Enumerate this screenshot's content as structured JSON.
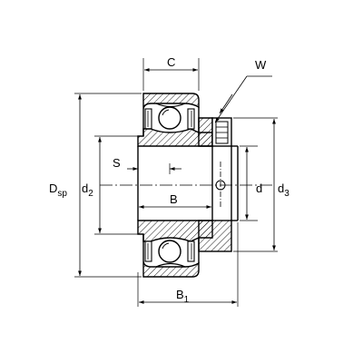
{
  "labels": {
    "C": "C",
    "W": "W",
    "S": "S",
    "B": "B",
    "D_sp": {
      "main": "D",
      "sub": "sp"
    },
    "d_2": {
      "main": "d",
      "sub": "2"
    },
    "d": "d",
    "d_3": {
      "main": "d",
      "sub": "3"
    },
    "B_1": {
      "main": "B",
      "sub": "1"
    }
  },
  "colors": {
    "line": "#000000",
    "background": "#ffffff",
    "hatch": "#000000"
  }
}
